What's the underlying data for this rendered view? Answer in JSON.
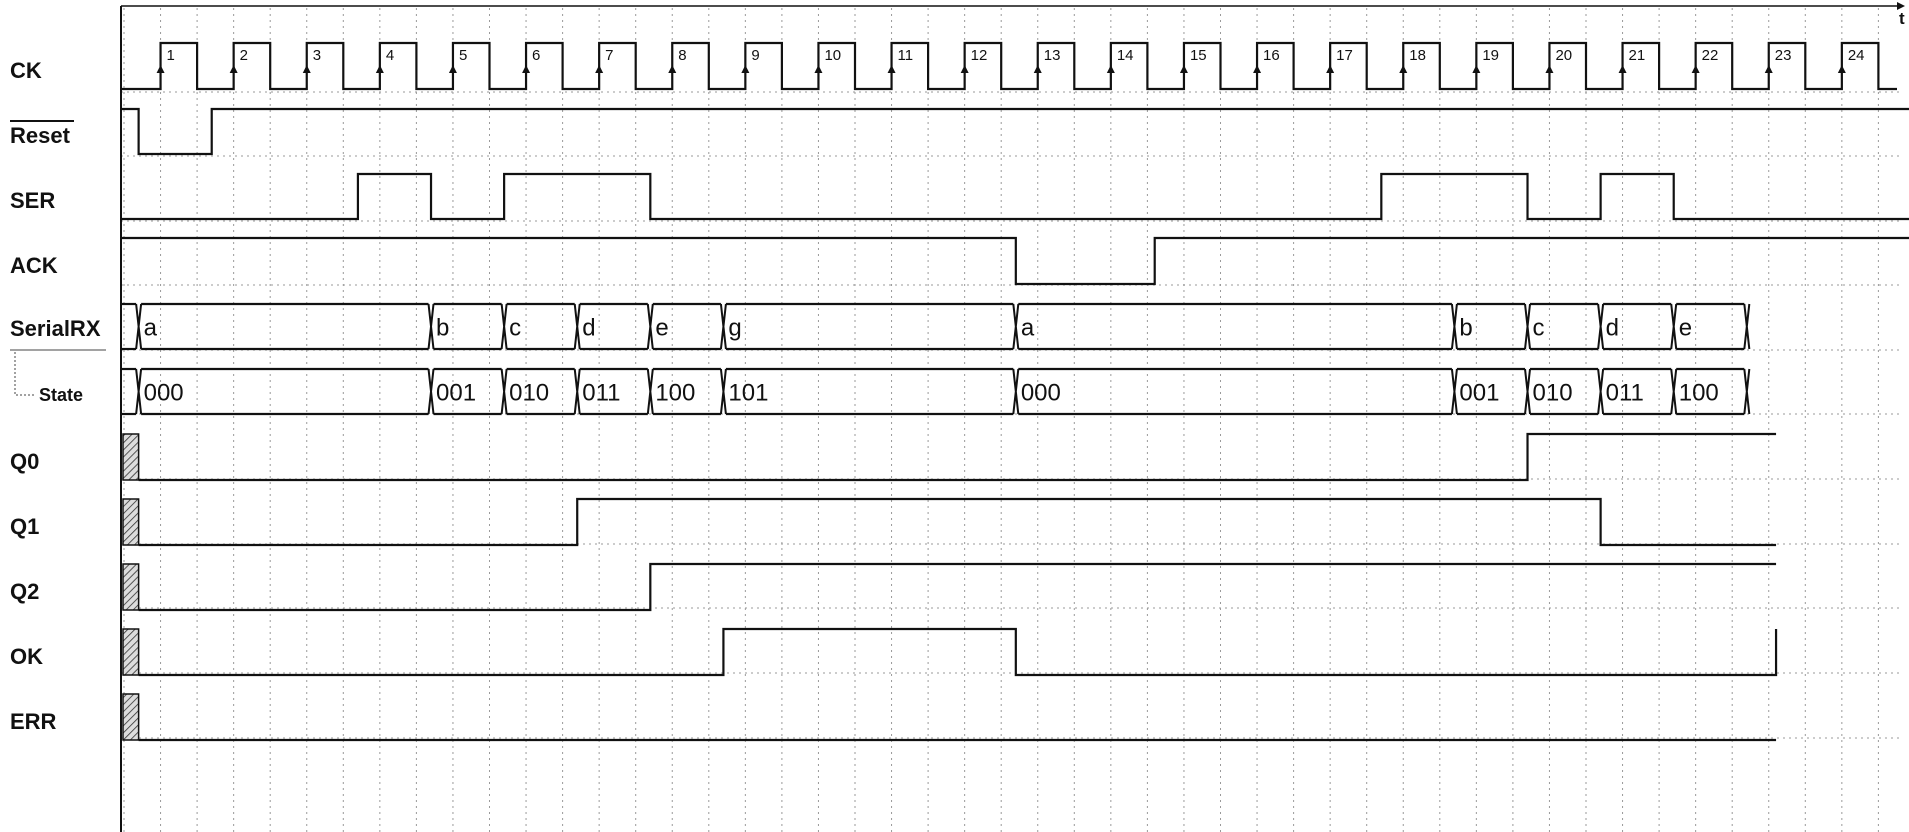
{
  "time_axis_label": "t",
  "clock": {
    "label": "CK",
    "edges": [
      "1",
      "2",
      "3",
      "4",
      "5",
      "6",
      "7",
      "8",
      "9",
      "10",
      "11",
      "12",
      "13",
      "14",
      "15",
      "16",
      "17",
      "18",
      "19",
      "20",
      "21",
      "22",
      "23",
      "24"
    ]
  },
  "signals": [
    {
      "id": "reset",
      "label": "Reset",
      "overbar": true,
      "initial": 1,
      "toggles": [
        0.2,
        1.2
      ],
      "end": 24.9
    },
    {
      "id": "ser",
      "label": "SER",
      "initial": 0,
      "toggles": [
        3.2,
        4.2,
        5.2,
        7.2,
        17.2,
        19.2,
        20.2,
        21.2
      ],
      "end": 24.9
    },
    {
      "id": "ack",
      "label": "ACK",
      "initial": 1,
      "toggles": [
        12.2,
        14.1
      ],
      "end": 24.9
    },
    {
      "id": "q0",
      "label": "Q0",
      "unknown_until": 0.2,
      "initial": 0,
      "toggles": [
        19.2
      ],
      "end": 22.6
    },
    {
      "id": "q1",
      "label": "Q1",
      "unknown_until": 0.2,
      "initial": 0,
      "toggles": [
        6.2,
        20.2
      ],
      "end": 22.6
    },
    {
      "id": "q2",
      "label": "Q2",
      "unknown_until": 0.2,
      "initial": 0,
      "toggles": [
        7.2
      ],
      "end": 22.6
    },
    {
      "id": "ok",
      "label": "OK",
      "unknown_until": 0.2,
      "initial": 0,
      "toggles": [
        8.2,
        12.2,
        22.6
      ],
      "end": 22.6
    },
    {
      "id": "err",
      "label": "ERR",
      "unknown_until": 0.2,
      "initial": 0,
      "toggles": [],
      "end": 22.6
    }
  ],
  "buses": [
    {
      "id": "serialrx",
      "label": "SerialRX",
      "segments": [
        {
          "start": 0.2,
          "value": "a"
        },
        {
          "start": 4.2,
          "value": "b"
        },
        {
          "start": 5.2,
          "value": "c"
        },
        {
          "start": 6.2,
          "value": "d"
        },
        {
          "start": 7.2,
          "value": "e"
        },
        {
          "start": 8.2,
          "value": "g"
        },
        {
          "start": 12.2,
          "value": "a"
        },
        {
          "start": 18.2,
          "value": "b"
        },
        {
          "start": 19.2,
          "value": "c"
        },
        {
          "start": 20.2,
          "value": "d"
        },
        {
          "start": 21.2,
          "value": "e"
        }
      ],
      "end": 22.2
    },
    {
      "id": "state",
      "label": "State",
      "is_sub": true,
      "segments": [
        {
          "start": 0.2,
          "value": "000"
        },
        {
          "start": 4.2,
          "value": "001"
        },
        {
          "start": 5.2,
          "value": "010"
        },
        {
          "start": 6.2,
          "value": "011"
        },
        {
          "start": 7.2,
          "value": "100"
        },
        {
          "start": 8.2,
          "value": "101"
        },
        {
          "start": 12.2,
          "value": "000"
        },
        {
          "start": 18.2,
          "value": "001"
        },
        {
          "start": 19.2,
          "value": "010"
        },
        {
          "start": 20.2,
          "value": "011"
        },
        {
          "start": 21.2,
          "value": "100"
        }
      ],
      "end": 22.2
    }
  ]
}
